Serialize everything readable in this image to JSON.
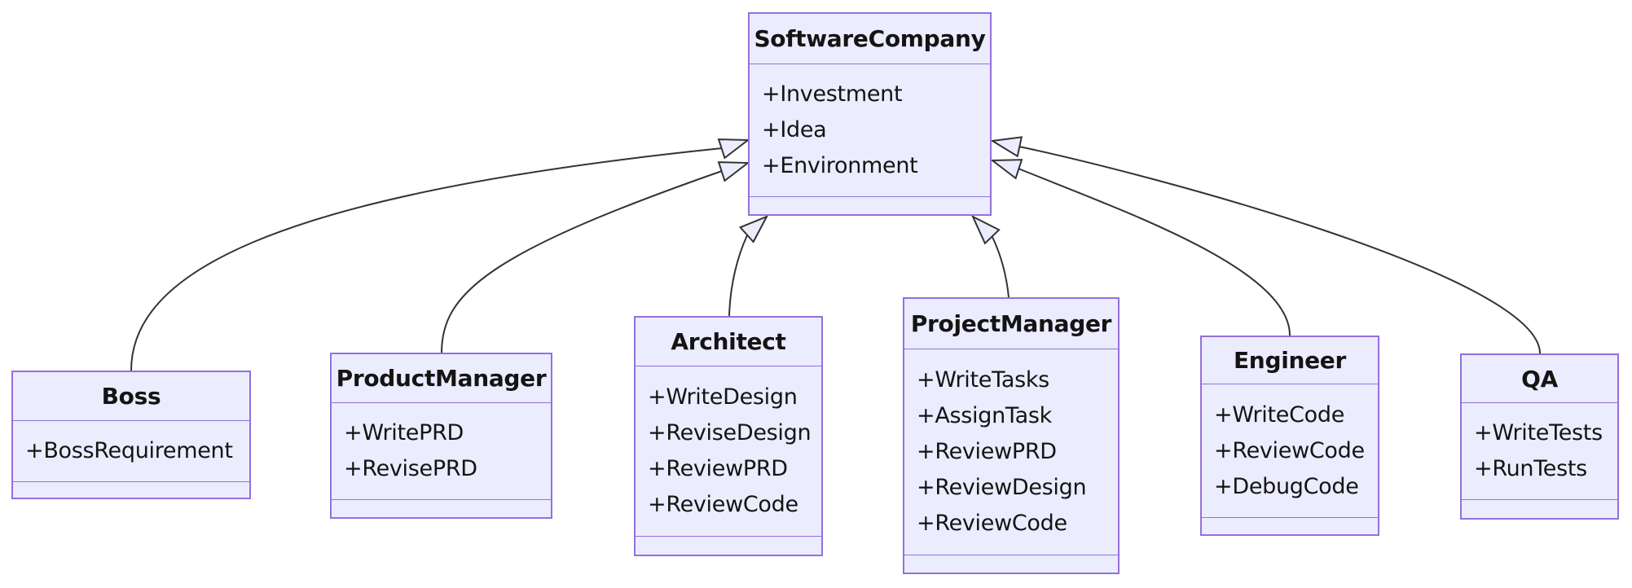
{
  "diagram": {
    "kind": "uml-class-diagram",
    "classes": [
      {
        "name": "SoftwareCompany",
        "members": [
          "+Investment",
          "+Idea",
          "+Environment"
        ]
      },
      {
        "name": "Boss",
        "members": [
          "+BossRequirement"
        ]
      },
      {
        "name": "ProductManager",
        "members": [
          "+WritePRD",
          "+RevisePRD"
        ]
      },
      {
        "name": "Architect",
        "members": [
          "+WriteDesign",
          "+ReviseDesign",
          "+ReviewPRD",
          "+ReviewCode"
        ]
      },
      {
        "name": "ProjectManager",
        "members": [
          "+WriteTasks",
          "+AssignTask",
          "+ReviewPRD",
          "+ReviewDesign",
          "+ReviewCode"
        ]
      },
      {
        "name": "Engineer",
        "members": [
          "+WriteCode",
          "+ReviewCode",
          "+DebugCode"
        ]
      },
      {
        "name": "QA",
        "members": [
          "+WriteTests",
          "+RunTests"
        ]
      }
    ],
    "relationships": [
      {
        "from": "Boss",
        "to": "SoftwareCompany",
        "type": "inheritance"
      },
      {
        "from": "ProductManager",
        "to": "SoftwareCompany",
        "type": "inheritance"
      },
      {
        "from": "Architect",
        "to": "SoftwareCompany",
        "type": "inheritance"
      },
      {
        "from": "ProjectManager",
        "to": "SoftwareCompany",
        "type": "inheritance"
      },
      {
        "from": "Engineer",
        "to": "SoftwareCompany",
        "type": "inheritance"
      },
      {
        "from": "QA",
        "to": "SoftwareCompany",
        "type": "inheritance"
      }
    ],
    "colors": {
      "node_fill": "#ECECFF",
      "node_border": "#9370DB",
      "edge_line": "#333333",
      "text": "#141414",
      "background": "#FFFFFF"
    }
  }
}
